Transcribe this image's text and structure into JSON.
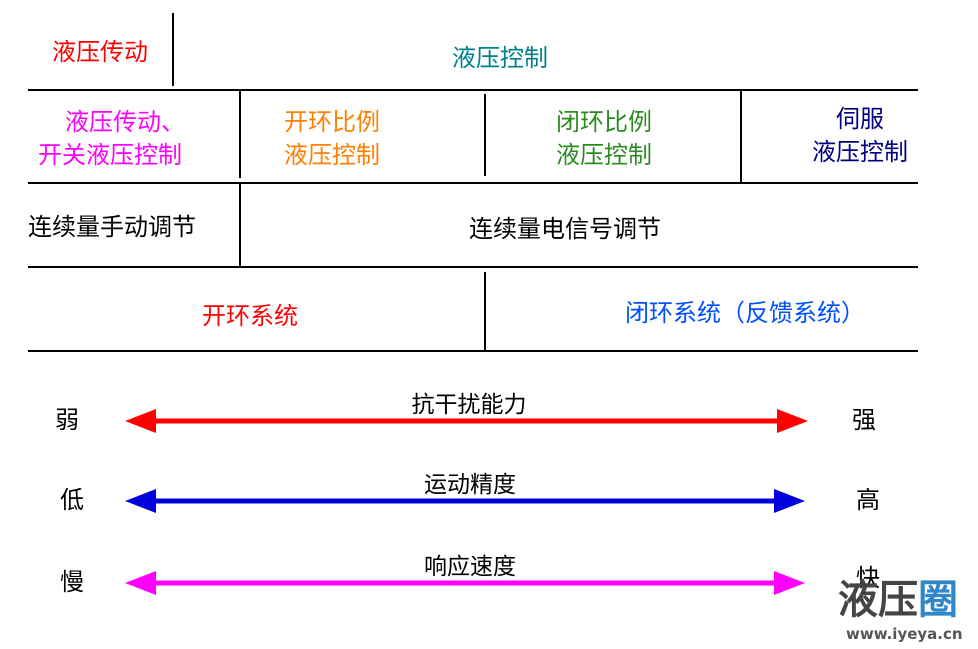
{
  "table": {
    "row1": {
      "left": "液压传动",
      "right": "液压控制"
    },
    "row2": {
      "c1_line1": "液压传动、",
      "c1_line2": "开关液压控制",
      "c2_line1": "开环比例",
      "c2_line2": "液压控制",
      "c3_line1": "闭环比例",
      "c3_line2": "液压控制",
      "c4_line1": "伺服",
      "c4_line2": "液压控制"
    },
    "row3": {
      "left": "连续量手动调节",
      "right": "连续量电信号调节"
    },
    "row4": {
      "left": "开环系统",
      "right": "闭环系统（反馈系统）"
    }
  },
  "scales": [
    {
      "title": "抗干扰能力",
      "low": "弱",
      "high": "强",
      "color": "#ff0000"
    },
    {
      "title": "运动精度",
      "low": "低",
      "high": "高",
      "color": "#0000dd"
    },
    {
      "title": "响应速度",
      "low": "慢",
      "high": "快",
      "color": "#ff00ff"
    }
  ],
  "colors": {
    "red": "#ff0000",
    "teal": "#00808a",
    "magenta": "#ff00ff",
    "orange": "#ff7f00",
    "green": "#2e8b22",
    "navy": "#000080",
    "blue": "#0050ff",
    "black": "#000000"
  },
  "watermark": {
    "brand_part1": "液压",
    "brand_part2": "圈",
    "url": "www.iyeya.cn"
  }
}
